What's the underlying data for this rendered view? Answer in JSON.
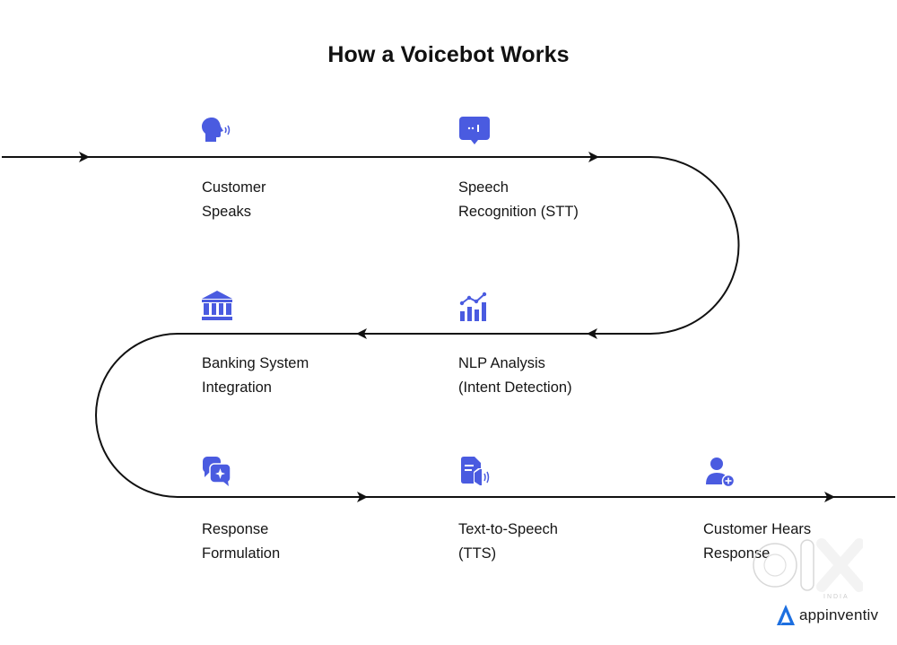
{
  "title": "How a Voicebot Works",
  "accent_color": "#4a5be0",
  "steps": [
    {
      "icon": "speaking-head-icon",
      "line1": "Customer",
      "line2": "Speaks"
    },
    {
      "icon": "speech-bubble-icon",
      "line1": "Speech",
      "line2": "Recognition (STT)"
    },
    {
      "icon": "bank-icon",
      "line1": "Banking System",
      "line2": "Integration"
    },
    {
      "icon": "analytics-chart-icon",
      "line1": "NLP Analysis",
      "line2": "(Intent Detection)"
    },
    {
      "icon": "chat-bubbles-icon",
      "line1": "Response",
      "line2": "Formulation"
    },
    {
      "icon": "document-speaker-icon",
      "line1": "Text-to-Speech",
      "line2": "(TTS)"
    },
    {
      "icon": "user-add-icon",
      "line1": "Customer Hears",
      "line2": "Response"
    }
  ],
  "branding": {
    "logo_text": "appinventiv",
    "watermark_text": "olx",
    "watermark_subtext": "INDIA"
  }
}
